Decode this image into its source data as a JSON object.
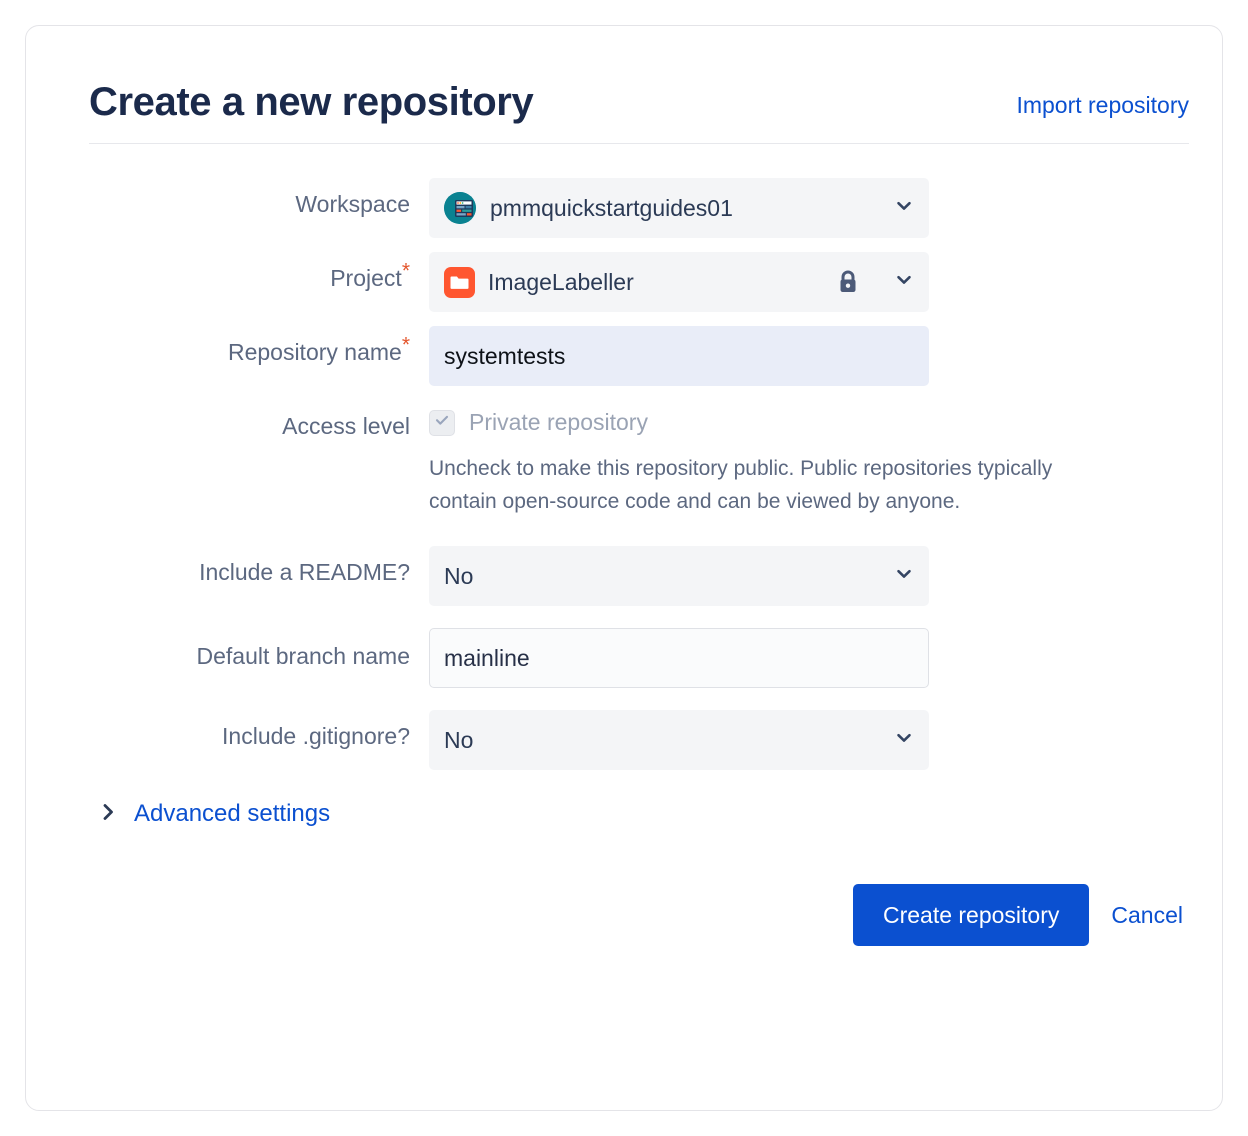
{
  "header": {
    "title": "Create a new repository",
    "import_link": "Import repository"
  },
  "form": {
    "workspace": {
      "label": "Workspace",
      "value": "pmmquickstartguides01",
      "avatar_icon": "workspace-avatar-icon",
      "chevron_icon": "chevron-down-icon"
    },
    "project": {
      "label": "Project",
      "required_marker": "*",
      "value": "ImageLabeller",
      "project_icon": "folder-icon",
      "lock_icon": "lock-icon",
      "chevron_icon": "chevron-down-icon"
    },
    "repository_name": {
      "label": "Repository name",
      "required_marker": "*",
      "value": "systemtests",
      "placeholder": ""
    },
    "access_level": {
      "label": "Access level",
      "checkbox_label": "Private repository",
      "checked": true,
      "disabled": true,
      "check_icon": "checkmark-icon",
      "help_text": "Uncheck to make this repository public. Public repositories typically contain open-source code and can be viewed by anyone."
    },
    "include_readme": {
      "label": "Include a README?",
      "value": "No",
      "chevron_icon": "chevron-down-icon"
    },
    "default_branch": {
      "label": "Default branch name",
      "value": "mainline",
      "placeholder": ""
    },
    "include_gitignore": {
      "label": "Include .gitignore?",
      "value": "No",
      "chevron_icon": "chevron-down-icon"
    },
    "advanced_settings": {
      "label": "Advanced settings",
      "chevron_icon": "chevron-right-icon",
      "expanded": false
    }
  },
  "footer": {
    "submit_label": "Create repository",
    "cancel_label": "Cancel"
  },
  "colors": {
    "accent_blue": "#0b50d0",
    "title_navy": "#1b2a4b",
    "label_grey": "#5c6880",
    "field_grey": "#f4f5f7",
    "focus_blue": "#e9edf8",
    "project_red": "#ff5630",
    "workspace_teal": "#0a8291",
    "required_red": "#e4572e"
  }
}
